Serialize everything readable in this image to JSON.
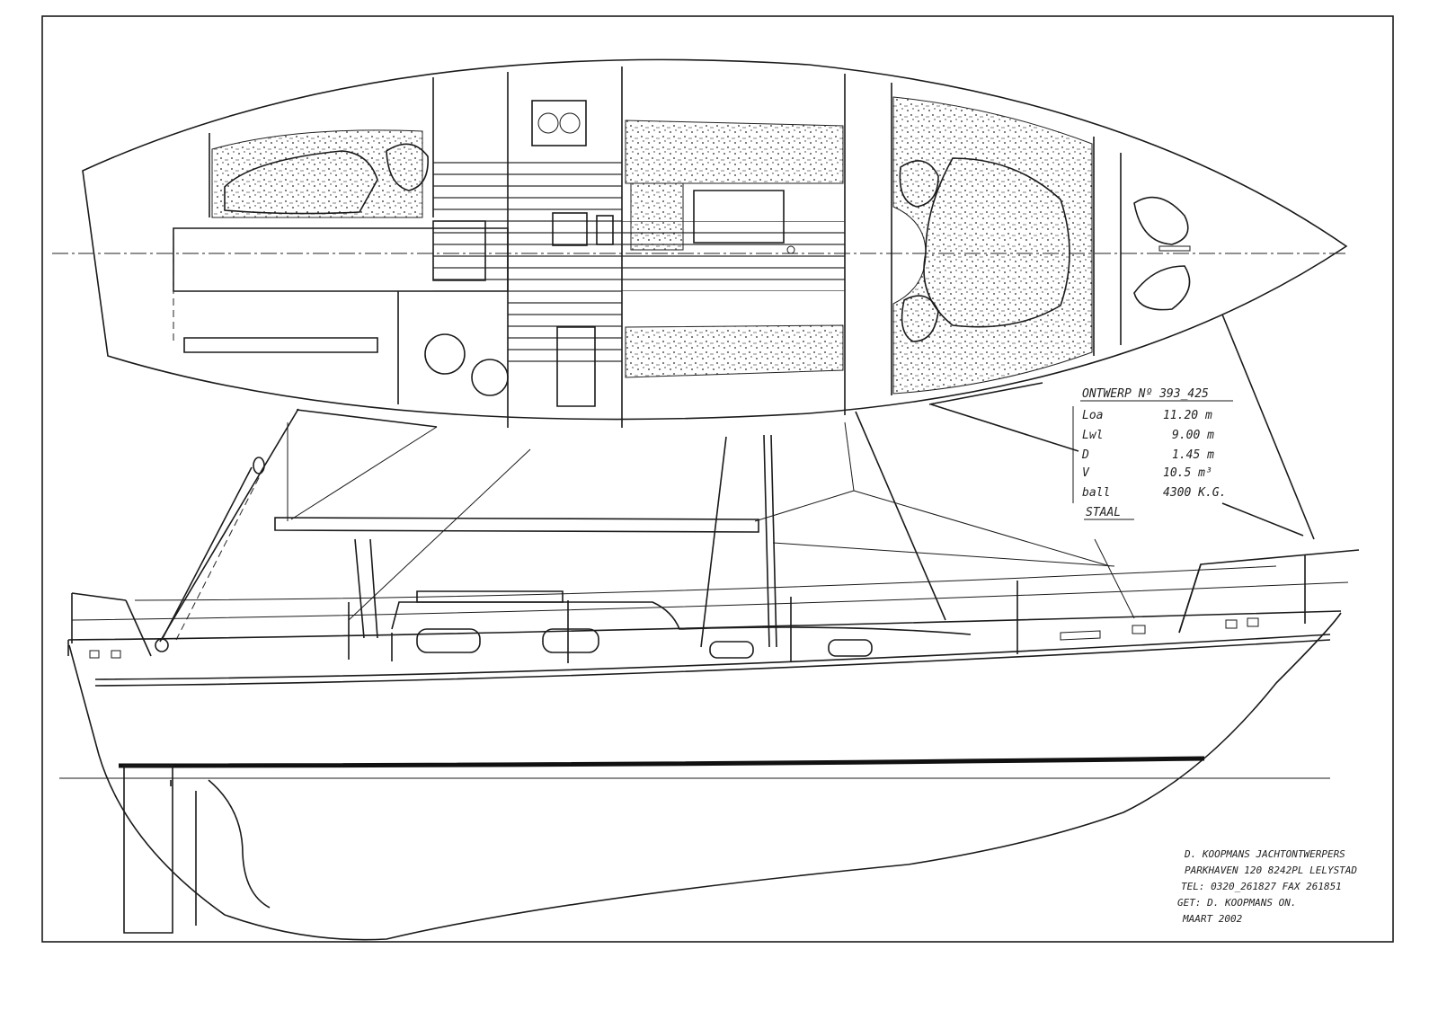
{
  "spec_table": {
    "heading": "ONTWERP Nº 393_425",
    "rows": [
      {
        "label": "Loa",
        "value": "11.20 m"
      },
      {
        "label": "Lwl",
        "value": "9.00 m"
      },
      {
        "label": "D",
        "value": "1.45 m"
      },
      {
        "label": "V",
        "value": "10.5 m³"
      },
      {
        "label": "ball",
        "value": "4300 K.G."
      }
    ],
    "material": "STAAL"
  },
  "title_block": {
    "line1": "D. KOOPMANS JACHTONTWERPERS",
    "line2": "PARKHAVEN 120  8242PL LELYSTAD",
    "line3": "TEL: 0320_261827 FAX 261851",
    "line4": "GET: D. KOOPMANS  ON.",
    "line5": "MAART    2002"
  }
}
